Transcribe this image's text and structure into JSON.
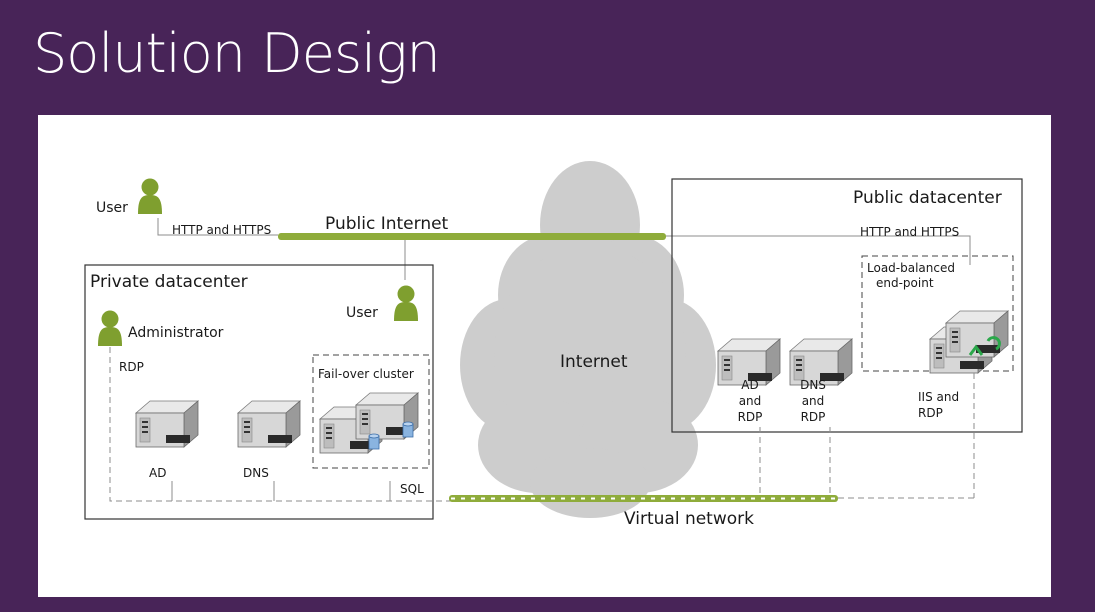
{
  "slide": {
    "title": "Solution Design"
  },
  "diagram": {
    "cloud_label": "Internet",
    "public_internet_label": "Public Internet",
    "virtual_network_label": "Virtual network",
    "top_user_label": "User",
    "top_http_label": "HTTP and HTTPS",
    "private_dc": {
      "title": "Private datacenter",
      "user_label": "User",
      "admin_label": "Administrator",
      "rdp_label": "RDP",
      "ad_label": "AD",
      "dns_label": "DNS",
      "cluster_label": "Fail-over cluster",
      "sql_label": "SQL"
    },
    "public_dc": {
      "title": "Public datacenter",
      "http_label": "HTTP and HTTPS",
      "lb_line1": "Load-balanced",
      "lb_line2": "end-point",
      "ad_line1": "AD",
      "ad_line2": "and",
      "ad_line3": "RDP",
      "dns_line1": "DNS",
      "dns_line2": "and",
      "dns_line3": "RDP",
      "iis_line1": "IIS and",
      "iis_line2": "RDP"
    },
    "colors": {
      "accent_green": "#8fac3b",
      "user_green": "#7f9f2f",
      "cloud_gray": "#cdcdcd",
      "background_purple": "#482458"
    }
  }
}
